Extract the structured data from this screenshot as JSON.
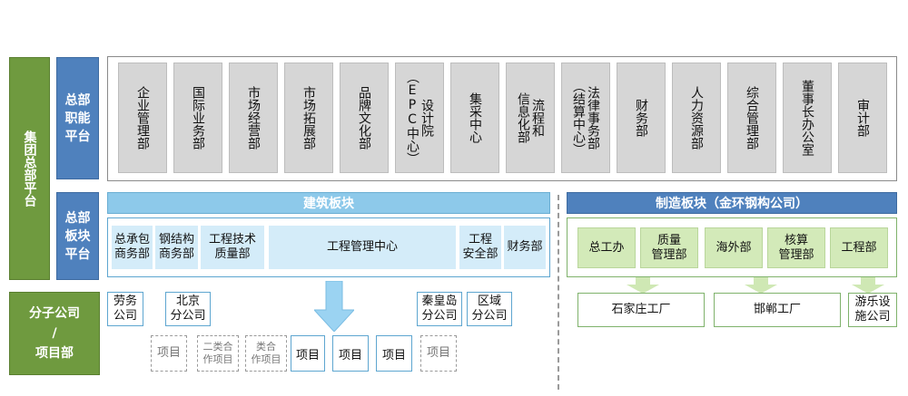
{
  "left_labels": {
    "group_hq_platform": "集团总部平台",
    "hq_function_platform": "总部\n职能\n平台",
    "hq_sector_platform": "总部\n板块\n平台",
    "subsidiaries": "分子公司\n/\n项目部"
  },
  "departments": [
    "企业管理部",
    "国际业务部",
    "市场经营部",
    "市场拓展部",
    "品牌文化部",
    "设计院\n（EPC中心）",
    "集采中心",
    "流程和\n信息化部",
    "法律事务部\n（结算中心）",
    "财务部",
    "人力资源部",
    "综合管理部",
    "董事长办公室",
    "审计部"
  ],
  "construction": {
    "title": "建筑板块",
    "units": [
      "总承包\n商务部",
      "钢结构\n商务部",
      "工程技术\n质量部",
      "工程管理中心",
      "工程\n安全部",
      "财务部"
    ]
  },
  "manufacturing": {
    "title": "制造板块（金环钢构公司）",
    "units": [
      "总工办",
      "质量\n管理部",
      "海外部",
      "核算\n管理部",
      "工程部"
    ],
    "factories": [
      "石家庄工厂",
      "邯郸工厂",
      "游乐设\n施公司"
    ]
  },
  "subsidiaries": {
    "companies": [
      "劳务\n公司",
      "北京\n分公司",
      "秦皇岛\n分公司",
      "区域\n分公司"
    ],
    "projects": [
      "项目",
      "二类合\n作项目",
      "类合\n作项目",
      "项目",
      "项目",
      "项目",
      "项目"
    ]
  },
  "colors": {
    "green_band": "#6f9a3f",
    "blue_band": "#4f81bd",
    "dept_gray": "#d6d6d6",
    "construction_light_blue": "#8dc9ea",
    "construction_box": "#d4ecf9",
    "manufacturing_green": "#d3eab9"
  }
}
